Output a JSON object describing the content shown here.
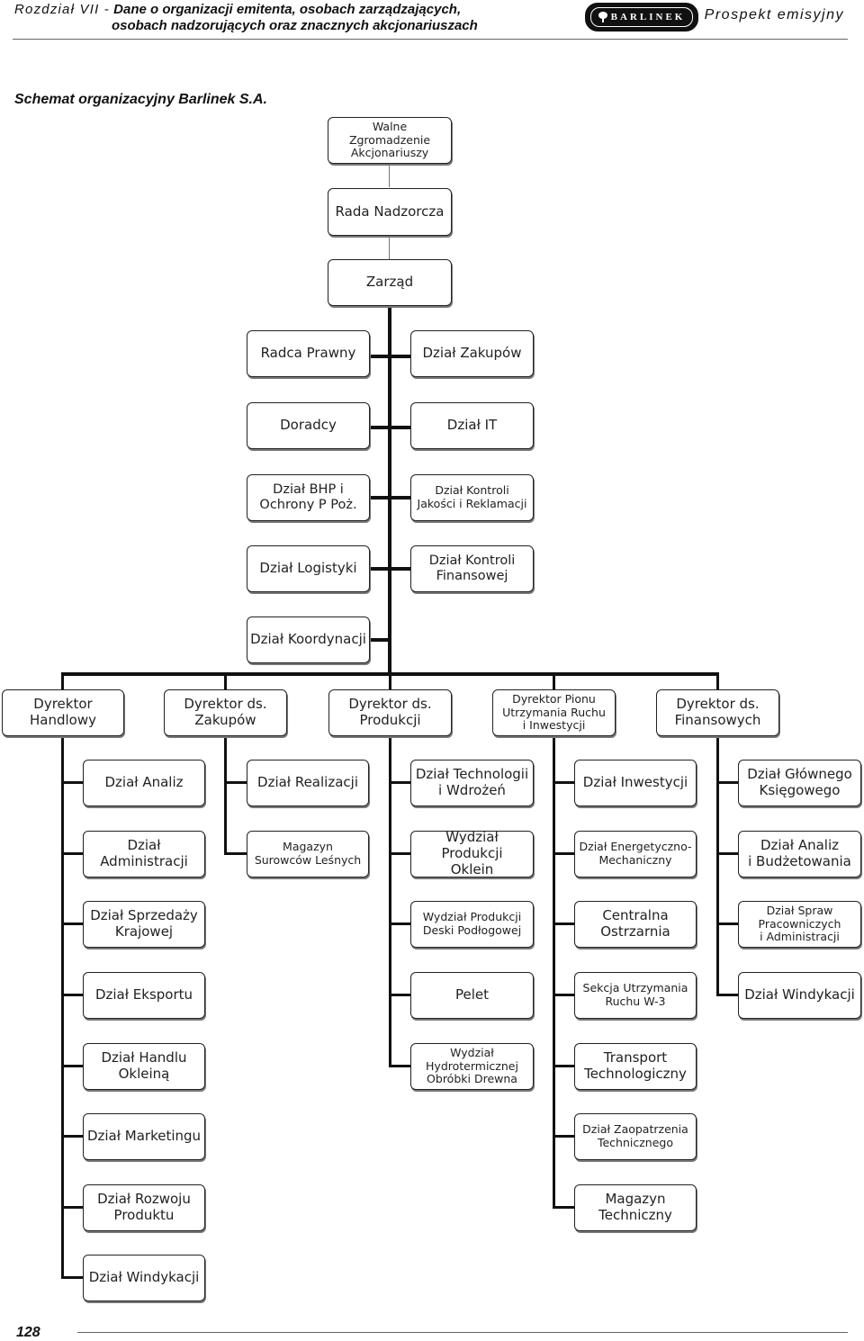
{
  "header": {
    "chapter": "Rozdział VII -",
    "title_line1": "Dane o organizacji emitenta, osobach zarządzających,",
    "title_line2": "osobach nadzorujących oraz znacznych akcjonariuszach",
    "logo_text": "BARLINEK",
    "right": "Prospekt emisyjny"
  },
  "title": "Schemat organizacyjny Barlinek S.A.",
  "boxes": {
    "walne": "Walne\nZgromadzenie\nAkcjonariuszy",
    "rada": "Rada Nadzorcza",
    "zarzad": "Zarząd",
    "radca": "Radca Prawny",
    "zakupow": "Dział Zakupów",
    "doradcy": "Doradcy",
    "it": "Dział IT",
    "bhp": "Dział BHP i\nOchrony P Poż.",
    "kontroli_jakosci": "Dział Kontroli\nJakości i Reklamacji",
    "logistyki": "Dział Logistyki",
    "kontroli_fin": "Dział Kontroli\nFinansowej",
    "koordynacji": "Dział Koordynacji",
    "dyr_handlowy": "Dyrektor\nHandlowy",
    "dyr_zakupow": "Dyrektor ds.\nZakupów",
    "dyr_produkcji": "Dyrektor ds.\nProdukcji",
    "dyr_pionu": "Dyrektor Pionu\nUtrzymania Ruchu\ni Inwestycji",
    "dyr_fin": "Dyrektor ds.\nFinansowych",
    "h1": "Dział Analiz",
    "h2": "Dział\nAdministracji",
    "h3": "Dział Sprzedaży\nKrajowej",
    "h4": "Dział Eksportu",
    "h5": "Dział Handlu\nOkleiną",
    "h6": "Dział Marketingu",
    "h7": "Dział Rozwoju\nProduktu",
    "h8": "Dział Windykacji",
    "z1": "Dział Realizacji",
    "z2": "Magazyn\nSurowców Leśnych",
    "p1": "Dział Technologii\ni Wdrożeń",
    "p2": "Wydział Produkcji\nOklein",
    "p3": "Wydział Produkcji\nDeski Podłogowej",
    "p4": "Pelet",
    "p5": "Wydział\nHydrotermicznej\nObróbki Drewna",
    "u1": "Dział Inwestycji",
    "u2": "Dział Energetyczno-\nMechaniczny",
    "u3": "Centralna\nOstrzarnia",
    "u4": "Sekcja Utrzymania\nRuchu W-3",
    "u5": "Transport\nTechnologiczny",
    "u6": "Dział Zaopatrzenia\nTechnicznego",
    "u7": "Magazyn\nTechniczny",
    "f1": "Dział Głównego\nKsięgowego",
    "f2": "Dział Analiz\ni Budżetowania",
    "f3": "Dział Spraw\nPracowniczych\ni Administracji",
    "f4": "Dział Windykacji"
  },
  "footer": {
    "page_number": "128"
  }
}
